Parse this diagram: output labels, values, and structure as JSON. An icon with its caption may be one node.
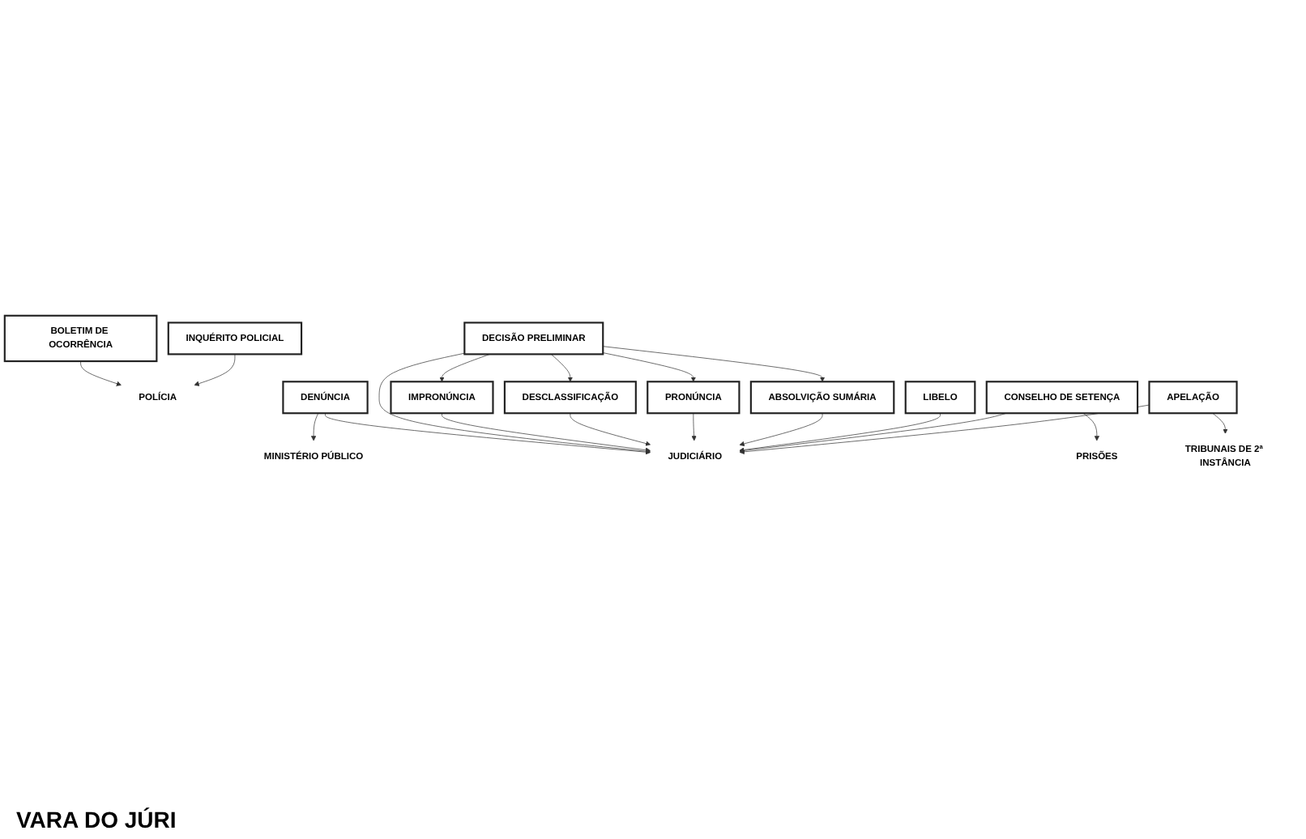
{
  "diagram": {
    "nodes": [
      {
        "text": [
          "BOLETIM DE OCORRÊNCIA"
        ]
      },
      {
        "text": [
          "INQUÉRITO POLICIAL"
        ]
      },
      {
        "text": [
          "POLÍCIA"
        ]
      },
      {
        "text": [
          "DENÚNCIA"
        ]
      },
      {
        "text": [
          "MINISTÉRIO PÚBLICO"
        ]
      },
      {
        "text": [
          "DECISÃO PRELIMINAR"
        ]
      },
      {
        "text": [
          "IMPRONÚNCIA"
        ]
      },
      {
        "text": [
          "DESCLASSIFICAÇÃO"
        ]
      },
      {
        "text": [
          "PRONÚNCIA"
        ]
      },
      {
        "text": [
          "ABSOLVIÇÃO SUMÁRIA"
        ]
      },
      {
        "text": [
          "JUDICIÁRIO"
        ]
      },
      {
        "text": [
          "LIBELO"
        ]
      },
      {
        "text": [
          "CONSELHO DE SETENÇA"
        ]
      },
      {
        "text": [
          "PRISÕES"
        ]
      },
      {
        "text": [
          "APELAÇÃO"
        ]
      },
      {
        "text": [
          "TRIBUNAIS DE 2ª INSTÂNCIA"
        ]
      }
    ],
    "edges": [
      {
        "from": 0,
        "to": 2,
        "arrow": "to"
      },
      {
        "from": 1,
        "to": 2,
        "arrow": "to"
      },
      {
        "from": 3,
        "to": 4,
        "arrow": "to"
      },
      {
        "from": 5,
        "to": 6,
        "arrow": "to"
      },
      {
        "from": 5,
        "to": 8,
        "arrow": "to"
      },
      {
        "from": 5,
        "to": 9,
        "arrow": "to"
      },
      {
        "from": 5,
        "to": 7,
        "arrow": "to"
      },
      {
        "from": 12,
        "to": 13,
        "arrow": "to"
      },
      {
        "from": 14,
        "to": 15,
        "arrow": "to"
      },
      {
        "from": 3,
        "to": 10,
        "arrow": "to"
      },
      {
        "from": 5,
        "to": 10,
        "arrow": "to"
      },
      {
        "from": 6,
        "to": 10,
        "arrow": "to"
      },
      {
        "from": 7,
        "to": 10,
        "arrow": "to"
      },
      {
        "from": 8,
        "to": 10,
        "arrow": "to"
      },
      {
        "from": 9,
        "to": 10,
        "arrow": "to"
      },
      {
        "from": 11,
        "to": 10,
        "arrow": "to"
      },
      {
        "from": 12,
        "to": 10,
        "arrow": "to"
      },
      {
        "from": 14,
        "to": 10,
        "arrow": "to"
      }
    ],
    "labels": [
      "VARA DO JÚRI"
    ]
  }
}
